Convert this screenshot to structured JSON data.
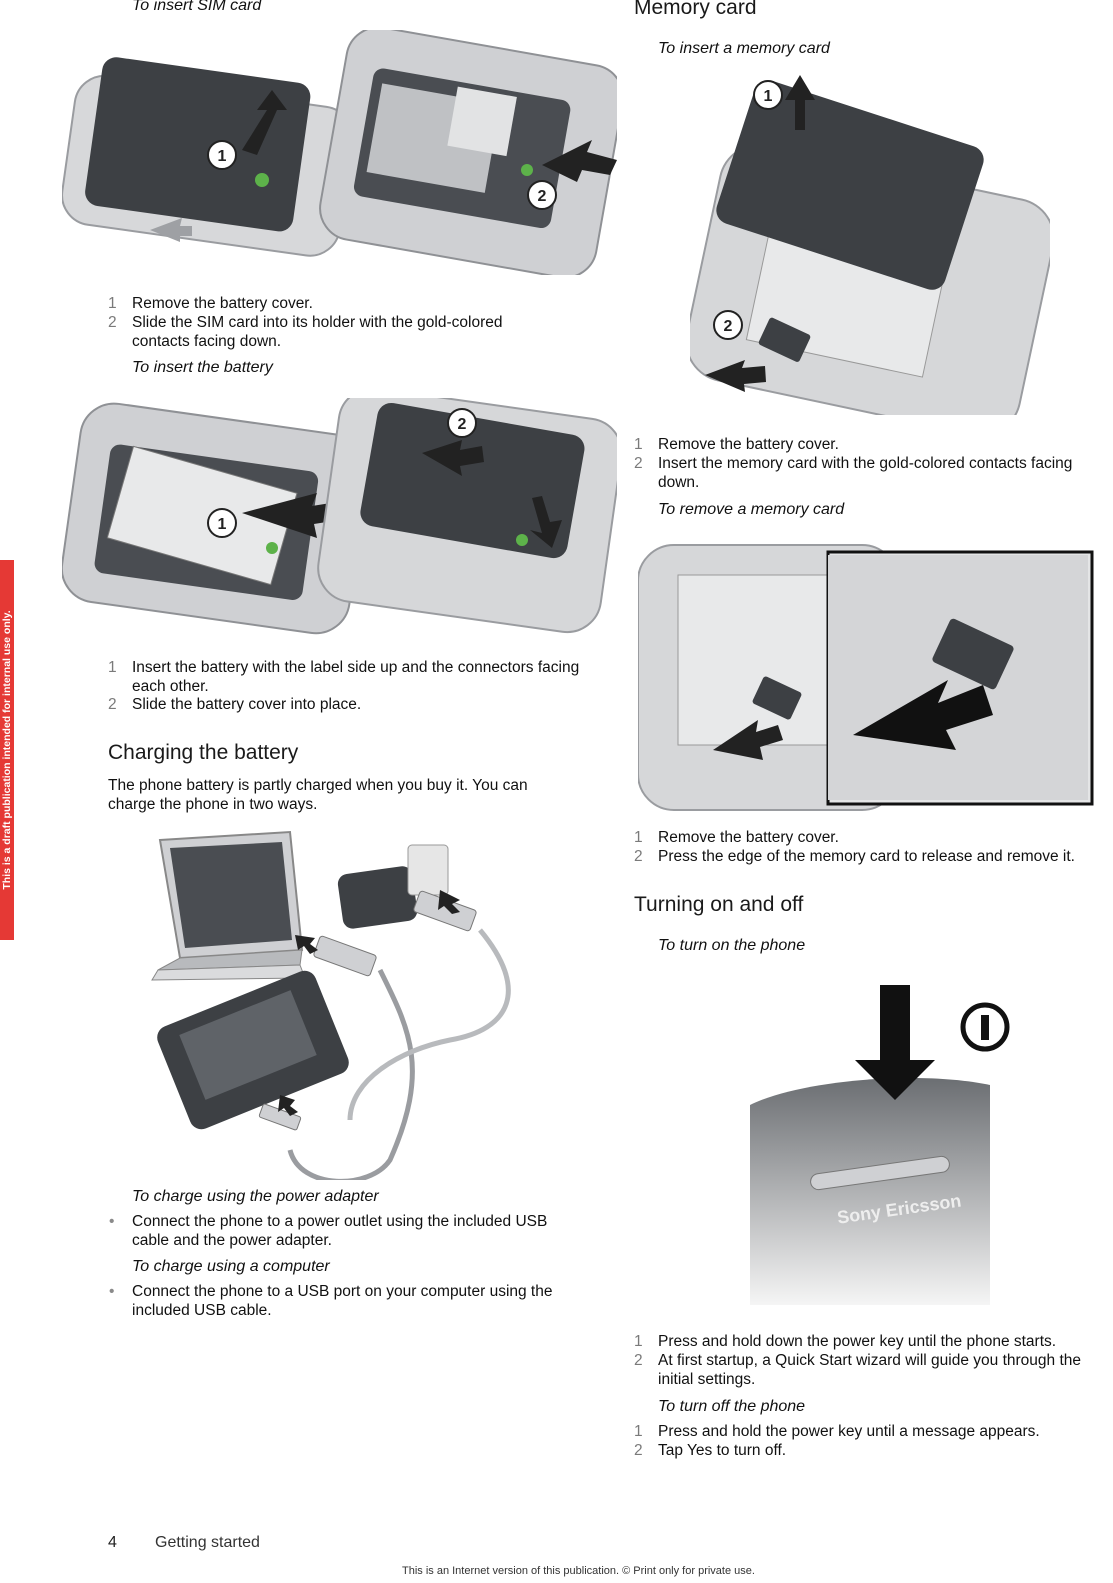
{
  "watermark": "This is a draft publication intended for internal use only.",
  "left": {
    "sim_title": "To insert SIM card",
    "sim_steps": [
      {
        "n": "1",
        "text": "Remove the battery cover."
      },
      {
        "n": "2",
        "text": "Slide the SIM card into its holder with the gold-colored contacts facing down."
      }
    ],
    "battery_title": "To insert the battery",
    "battery_steps": [
      {
        "n": "1",
        "text": "Insert the battery with the label side up and the connectors facing each other."
      },
      {
        "n": "2",
        "text": "Slide the battery cover into place."
      }
    ],
    "charging_heading": "Charging the battery",
    "charging_intro": "The phone battery is partly charged when you buy it. You can charge the phone in two ways.",
    "adapter_title": "To charge using the power adapter",
    "adapter_bullet": "Connect the phone to a power outlet using the included USB cable and the power adapter.",
    "computer_title": "To charge using a computer",
    "computer_bullet": "Connect the phone to a USB port on your computer using the included USB cable."
  },
  "right": {
    "memory_heading": "Memory card",
    "insert_title": "To insert a memory card",
    "insert_steps": [
      {
        "n": "1",
        "text": "Remove the battery cover."
      },
      {
        "n": "2",
        "text": "Insert the memory card with the gold-colored contacts facing down."
      }
    ],
    "remove_title": "To remove a memory card",
    "remove_steps": [
      {
        "n": "1",
        "text": "Remove the battery cover."
      },
      {
        "n": "2",
        "text": "Press the edge of the memory card to release and remove it."
      }
    ],
    "power_heading": "Turning on and off",
    "on_title": "To turn on the phone",
    "on_steps": [
      {
        "n": "1",
        "text": "Press and hold down the power key until the phone starts."
      },
      {
        "n": "2",
        "text": "At first startup, a Quick Start wizard will guide you through the initial settings."
      }
    ],
    "off_title": "To turn off the phone",
    "off_steps": [
      {
        "n": "1",
        "text": "Press and hold the power key until a message appears."
      },
      {
        "n": "2",
        "text": "Tap Yes to turn off."
      }
    ]
  },
  "illustrations": {
    "callout_1": "1",
    "callout_2": "2",
    "brand": "Sony Ericsson"
  },
  "footer": {
    "page_number": "4",
    "section": "Getting started",
    "note": "This is an Internet version of this publication. © Print only for private use."
  }
}
